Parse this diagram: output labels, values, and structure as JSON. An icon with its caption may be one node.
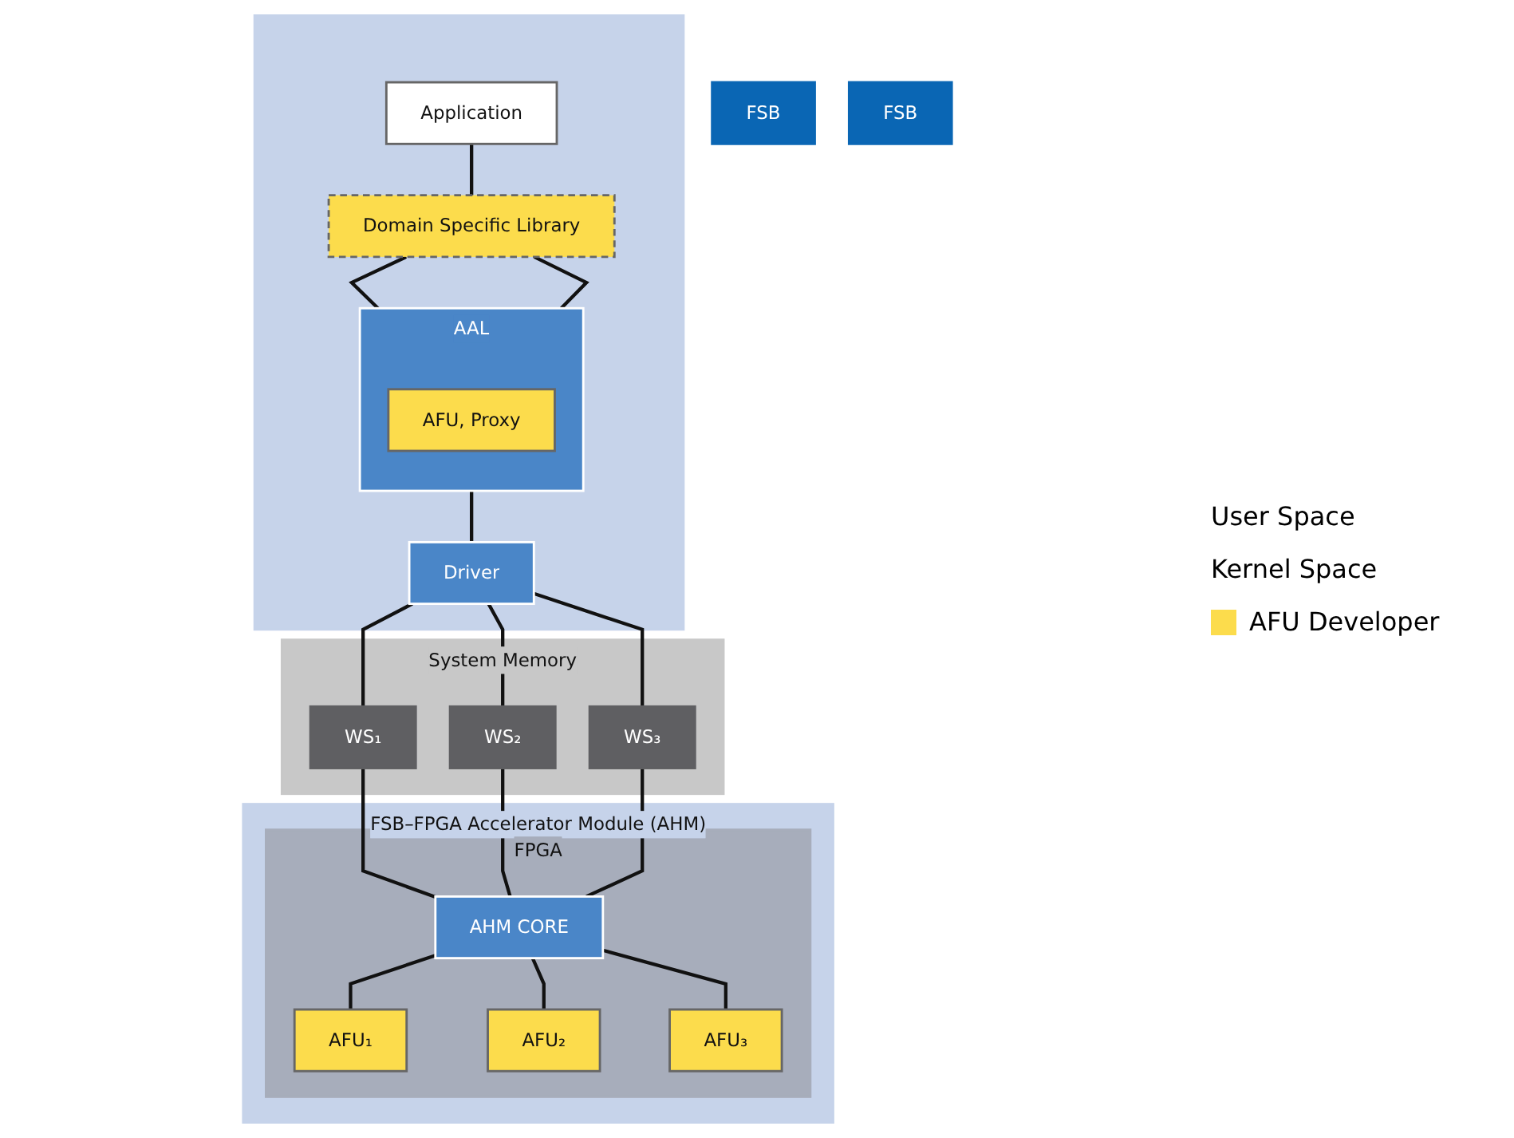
{
  "diagram": {
    "nodes": [
      {
        "text": [],
        "shape": "box"
      },
      {
        "text": [
          "Application"
        ],
        "in": 0
      },
      {
        "text": [
          "Domain Specific Library"
        ],
        "in": 0
      },
      {
        "text": [
          "AAL"
        ],
        "in": 0
      },
      {
        "text": [
          "AFU, Proxy"
        ],
        "in": 3
      },
      {
        "text": [
          "Driver"
        ],
        "in": 0
      },
      {
        "text": [
          "FSB"
        ]
      },
      {
        "text": [
          "System Memory"
        ]
      },
      {
        "text": [
          "WS₁"
        ],
        "in": 7
      },
      {
        "text": [
          "WS₂"
        ],
        "in": 7
      },
      {
        "text": [
          "WS₃"
        ],
        "in": 7
      },
      {
        "text": [
          "FSB"
        ]
      },
      {
        "text": [
          "FSB–FPGA Accelerator Module (AHM)"
        ]
      },
      {
        "text": [
          "FPGA"
        ],
        "in": 12
      },
      {
        "text": [
          "AHM CORE"
        ],
        "in": 13
      },
      {
        "text": [
          "AFU₁"
        ],
        "in": 13
      },
      {
        "text": [
          "AFU₂"
        ],
        "in": 13
      },
      {
        "text": [
          "AFU₃"
        ],
        "in": 13
      }
    ],
    "edges": [
      {
        "from": 1,
        "to": 2,
        "arrow": "none"
      },
      {
        "from": 2,
        "to": 3,
        "arrow": "none"
      },
      {
        "from": 2,
        "to": 3,
        "arrow": "none"
      },
      {
        "from": 3,
        "to": 5,
        "arrow": "none"
      },
      {
        "from": 5,
        "to": 8,
        "arrow": "none"
      },
      {
        "from": 5,
        "to": 9,
        "arrow": "none"
      },
      {
        "from": 5,
        "to": 10,
        "arrow": "none"
      },
      {
        "from": 8,
        "to": 14,
        "arrow": "none"
      },
      {
        "from": 9,
        "to": 14,
        "arrow": "none"
      },
      {
        "from": 10,
        "to": 14,
        "arrow": "none"
      },
      {
        "from": 14,
        "to": 15,
        "arrow": "none"
      },
      {
        "from": 14,
        "to": 16,
        "arrow": "none"
      },
      {
        "from": 14,
        "to": 17,
        "arrow": "none"
      }
    ],
    "labels": [
      "User Space",
      "Kernel Space"
    ],
    "legend": [
      {
        "text": "AFU Developer",
        "color": "#fcdc4c"
      }
    ]
  }
}
